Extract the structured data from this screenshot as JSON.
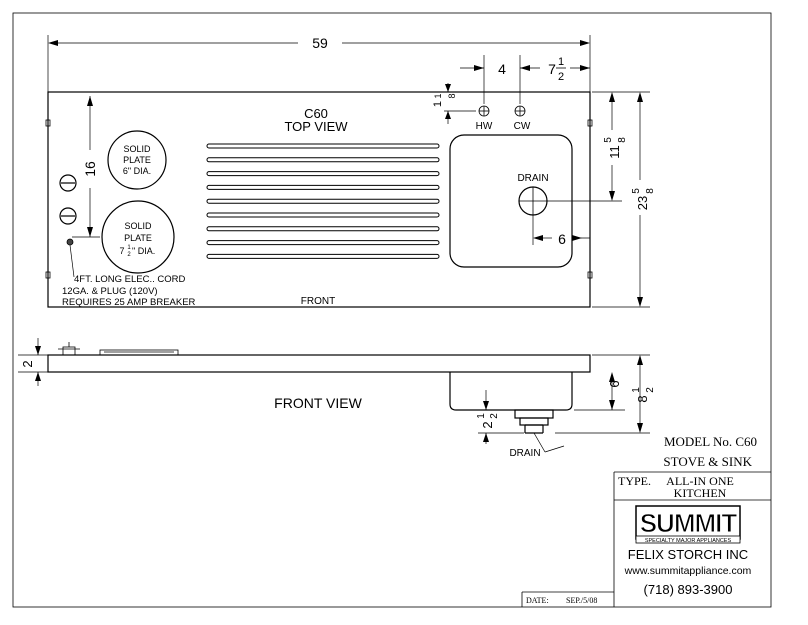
{
  "top_view": {
    "model": "C60",
    "title": "TOP VIEW",
    "overall_width": "59",
    "hw_offset": "4",
    "cw_offset_whole": "7",
    "cw_offset_num": "1",
    "cw_offset_den": "2",
    "faucet_depth_whole": "1",
    "faucet_depth_num": "1",
    "faucet_depth_den": "8",
    "hw_label": "HW",
    "cw_label": "CW",
    "burner_spacing": "16",
    "solid_plate_small": [
      "SOLID",
      "PLATE",
      "6\" DIA."
    ],
    "solid_plate_large_line1": "SOLID",
    "solid_plate_large_line2": "PLATE",
    "solid_plate_large_line3_whole": "7",
    "solid_plate_large_line3_frac_num": "1",
    "solid_plate_large_line3_frac_den": "2",
    "solid_plate_large_line3_rest": "\" DIA.",
    "cord_note": [
      "4FT. LONG ELEC.. CORD",
      "12GA. & PLUG (120V)",
      "REQUIRES 25 AMP  BREAKER"
    ],
    "front_label": "FRONT",
    "drain_label": "DRAIN",
    "drain_offset": "6",
    "sink_inset_whole": "11",
    "sink_inset_num": "5",
    "sink_inset_den": "8",
    "overall_depth_whole": "23",
    "overall_depth_num": "5",
    "overall_depth_den": "8"
  },
  "front_view": {
    "title": "FRONT VIEW",
    "top_thickness": "2",
    "sink_depth": "6",
    "overall_height_whole": "8",
    "overall_height_num": "1",
    "overall_height_den": "2",
    "drain_height_whole": "2",
    "drain_height_num": "1",
    "drain_height_den": "2",
    "drain_label": "DRAIN"
  },
  "title_block": {
    "model": "MODEL  No.  C60",
    "description": "STOVE & SINK",
    "type_label": "TYPE.",
    "type_value_line1": "ALL-IN ONE",
    "type_value_line2": "KITCHEN",
    "logo_text": "SUMMIT",
    "logo_tagline": "SPECIALTY MAJOR APPLIANCES",
    "company": "FELIX STORCH INC",
    "website": "www.summitappliance.com",
    "phone": "(718) 893-3900",
    "date_label": "DATE:",
    "date_value": "SEP./5/08"
  }
}
